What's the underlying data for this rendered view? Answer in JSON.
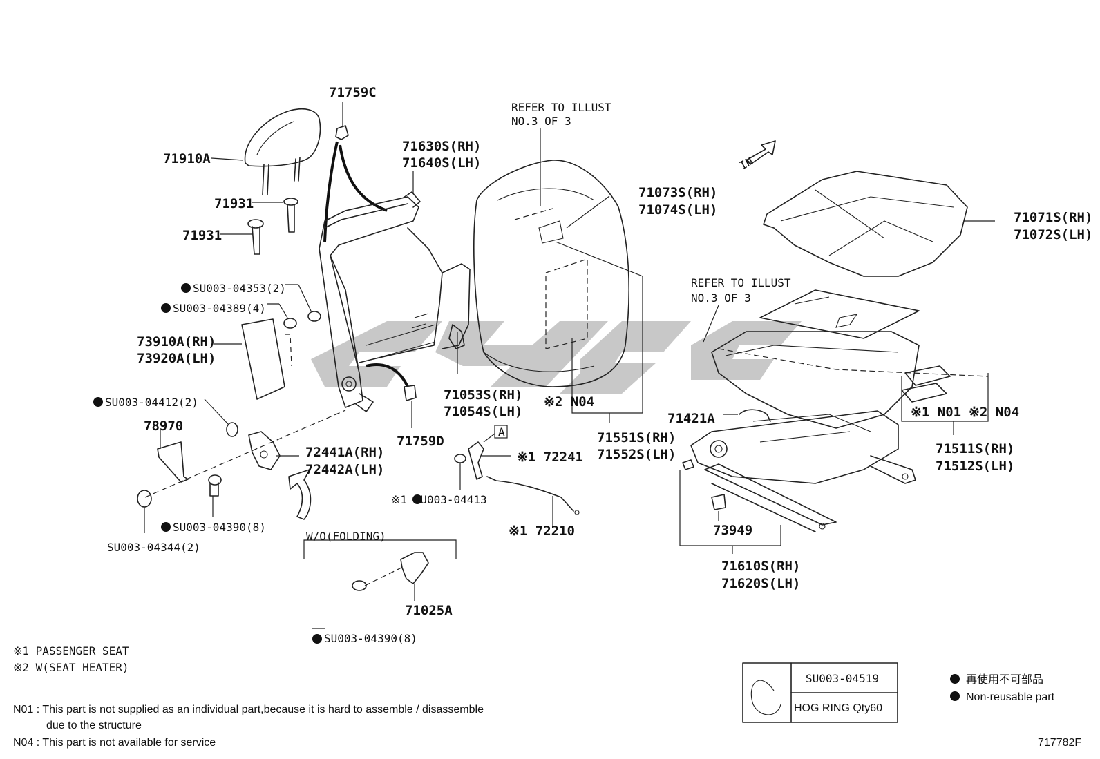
{
  "part_labels": {
    "p71759c": "71759C",
    "p71910a": "71910A",
    "p71931a": "71931",
    "p71931b": "71931",
    "p71630s": "71630S(RH)",
    "p71640s": "71640S(LH)",
    "p71073s": "71073S(RH)",
    "p71074s": "71074S(LH)",
    "p71071s": "71071S(RH)",
    "p71072s": "71072S(LH)",
    "su04353": "SU003-04353(2)",
    "su04389": "SU003-04389(4)",
    "p73910a": "73910A(RH)",
    "p73920a": "73920A(LH)",
    "su04412": "SU003-04412(2)",
    "p78970": "78970",
    "p72441a": "72441A(RH)",
    "p72442a": "72442A(LH)",
    "su04390a": "SU003-04390(8)",
    "su04344": "SU003-04344(2)",
    "p71053s": "71053S(RH)",
    "p71054s": "71054S(LH)",
    "p71759d": "71759D",
    "n04a": "※2 N04",
    "p71551s": "71551S(RH)",
    "p71552s": "71552S(LH)",
    "p72241": "※1 72241",
    "su04413": "※1 SU003-04413",
    "p72210": "※1 72210",
    "p71421a": "71421A",
    "n01": "※1 N01",
    "n04b": "※2 N04",
    "p71511s": "71511S(RH)",
    "p71512s": "71512S(LH)",
    "p73949": "73949",
    "p71610s": "71610S(RH)",
    "p71620s": "71620S(LH)",
    "p71025a": "71025A",
    "su04390b": "SU003-04390(8)",
    "box_a": "A"
  },
  "annotations": {
    "refer_top_1": "REFER TO ILLUST",
    "refer_top_2": "NO.3 OF 3",
    "refer_mid_1": "REFER TO ILLUST",
    "refer_mid_2": "NO.3 OF 3",
    "wo_folding": "W/O(FOLDING)",
    "in_arrow": "IN"
  },
  "legend": {
    "note1": "※1  PASSENGER  SEAT",
    "note2": "※2  W(SEAT  HEATER)",
    "n01_line1": "N01 : This part is not supplied as an individual part,because it is hard to assemble / disassemble",
    "n01_line2": "due to the structure",
    "n04_line": "N04 : This part is not available for service"
  },
  "hog_ring_box": {
    "part_no": "SU003-04519",
    "desc": "HOG RING Qty60"
  },
  "nonreusable": {
    "jp": "再使用不可部品",
    "en": "Non-reusable part"
  },
  "diagram_id": "717782F",
  "colors": {
    "line": "#222222",
    "watermark": "#9a9a9a"
  }
}
